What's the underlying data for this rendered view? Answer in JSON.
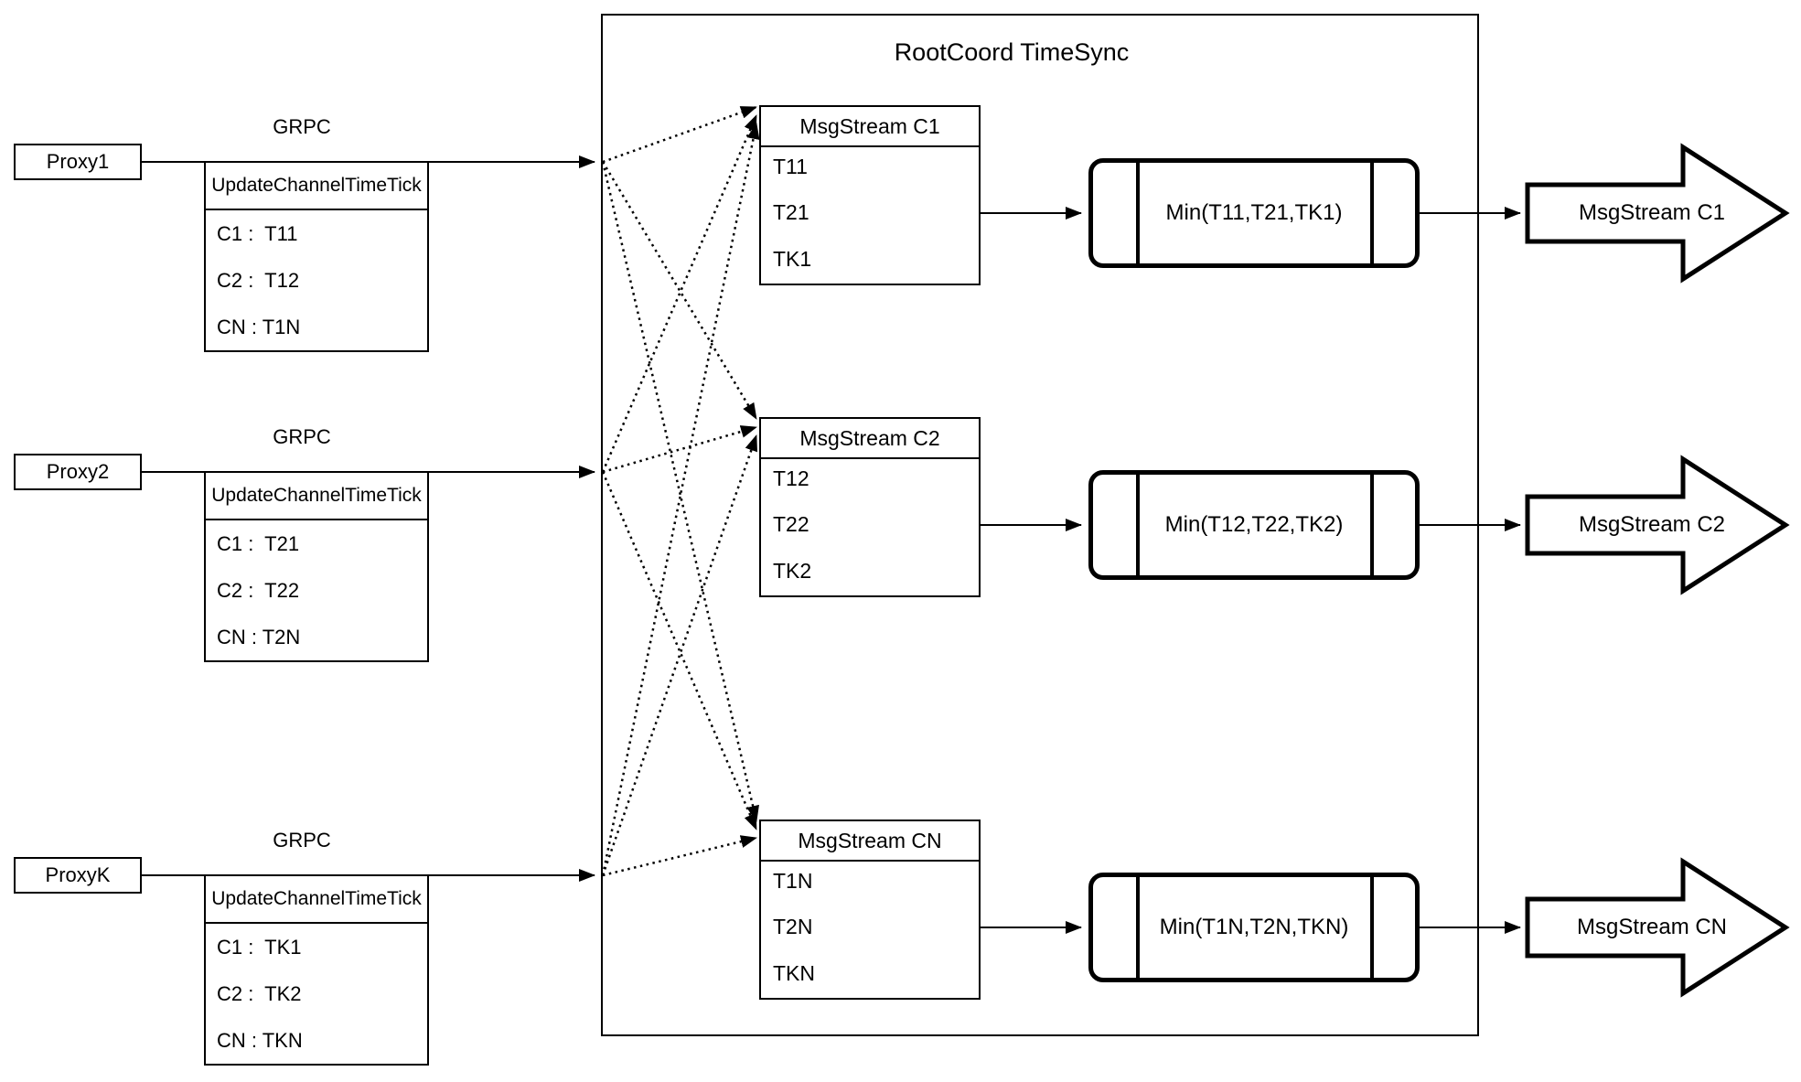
{
  "container": {
    "title": "RootCoord TimeSync"
  },
  "rows": [
    {
      "proxy": "Proxy1",
      "grpc": "GRPC",
      "table_header": "UpdateChannelTimeTick",
      "table_rows": [
        "C1 :  T11",
        "C2 :  T12",
        "CN : T1N"
      ],
      "stream_title": "MsgStream C1",
      "stream_entries": [
        "T11",
        "T21",
        "TK1"
      ],
      "min_label": "Min(T11,T21,TK1)",
      "out_label": "MsgStream C1"
    },
    {
      "proxy": "Proxy2",
      "grpc": "GRPC",
      "table_header": "UpdateChannelTimeTick",
      "table_rows": [
        "C1 :  T21",
        "C2 :  T22",
        "CN : T2N"
      ],
      "stream_title": "MsgStream C2",
      "stream_entries": [
        "T12",
        "T22",
        "TK2"
      ],
      "min_label": "Min(T12,T22,TK2)",
      "out_label": "MsgStream C2"
    },
    {
      "proxy": "ProxyK",
      "grpc": "GRPC",
      "table_header": "UpdateChannelTimeTick",
      "table_rows": [
        "C1 :  TK1",
        "C2 :  TK2",
        "CN : TKN"
      ],
      "stream_title": "MsgStream CN",
      "stream_entries": [
        "T1N",
        "T2N",
        "TKN"
      ],
      "min_label": "Min(T1N,T2N,TKN)",
      "out_label": "MsgStream CN"
    }
  ],
  "colors": {
    "stroke": "#000000",
    "fill": "#ffffff"
  }
}
